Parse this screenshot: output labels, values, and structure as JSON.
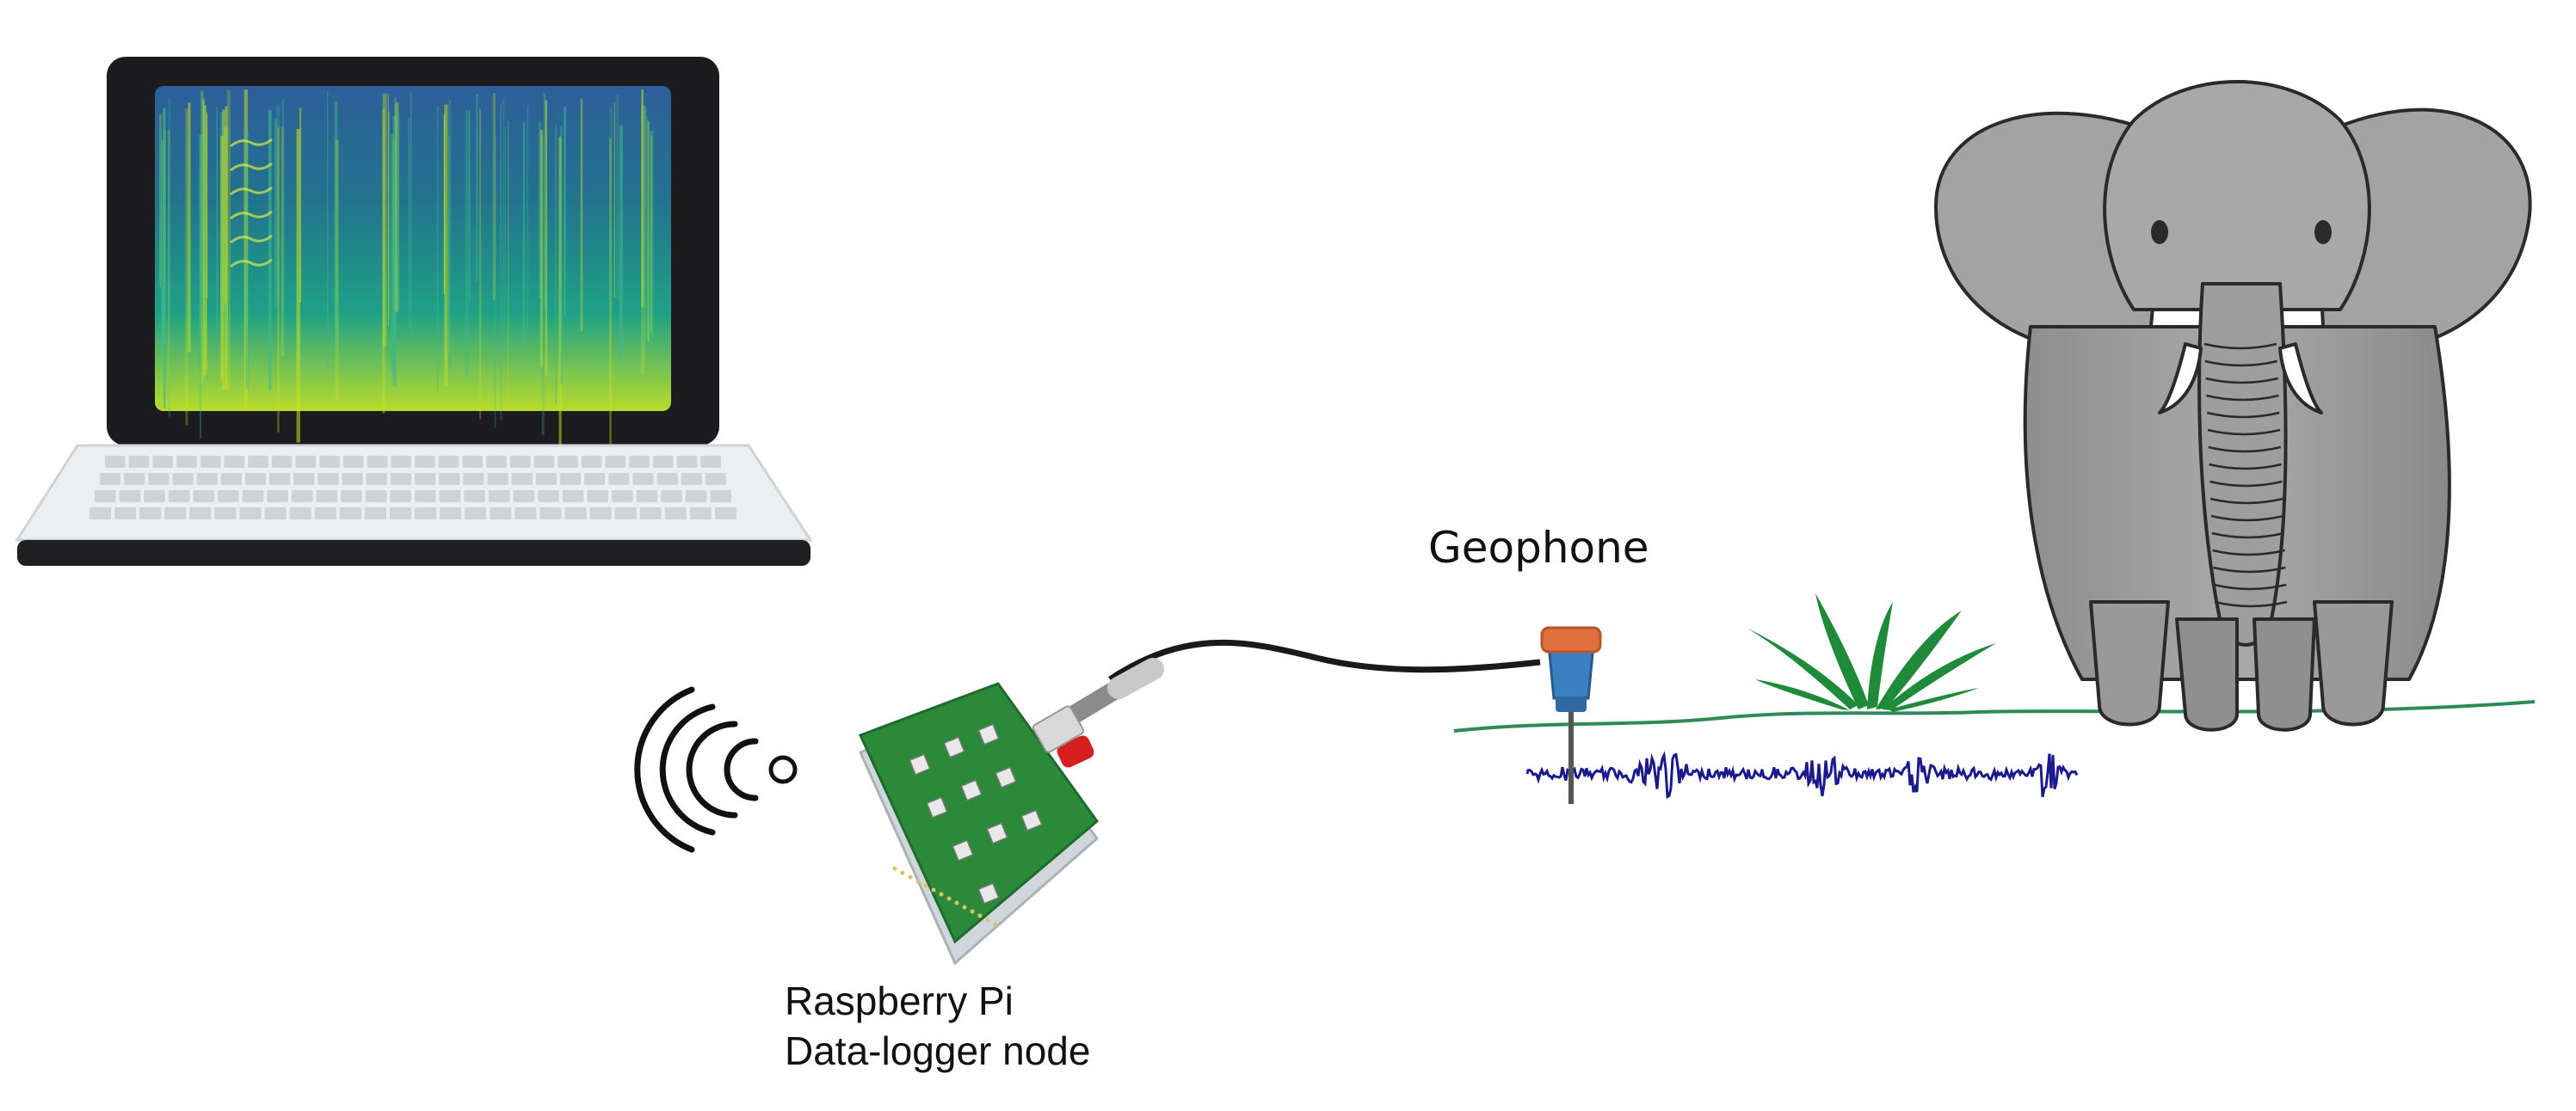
{
  "labels": {
    "geophone": "Geophone",
    "pi_line1": "Raspberry Pi",
    "pi_line2": "Data-logger node"
  },
  "colors": {
    "background": "#ffffff",
    "laptop_bezel": "#1c1c1e",
    "laptop_body": "#eceef0",
    "spectrogram_low": "#2d5f9a",
    "spectrogram_mid": "#1fa186",
    "spectrogram_high": "#c8e020",
    "ground_line": "#2e8b57",
    "grass": "#1f8a3a",
    "seismic_trace": "#1a1a8c",
    "geophone_cap": "#e07040",
    "geophone_body": "#3a7fc0",
    "pcb": "#2a8a3a",
    "elephant": "#9a9a9a",
    "label_text": "#111111"
  },
  "icons": {
    "wireless": "wifi-signal-icon",
    "computer": "laptop-icon",
    "sensor": "geophone-icon",
    "board": "raspberry-pi-board-icon",
    "animal": "elephant-icon"
  }
}
